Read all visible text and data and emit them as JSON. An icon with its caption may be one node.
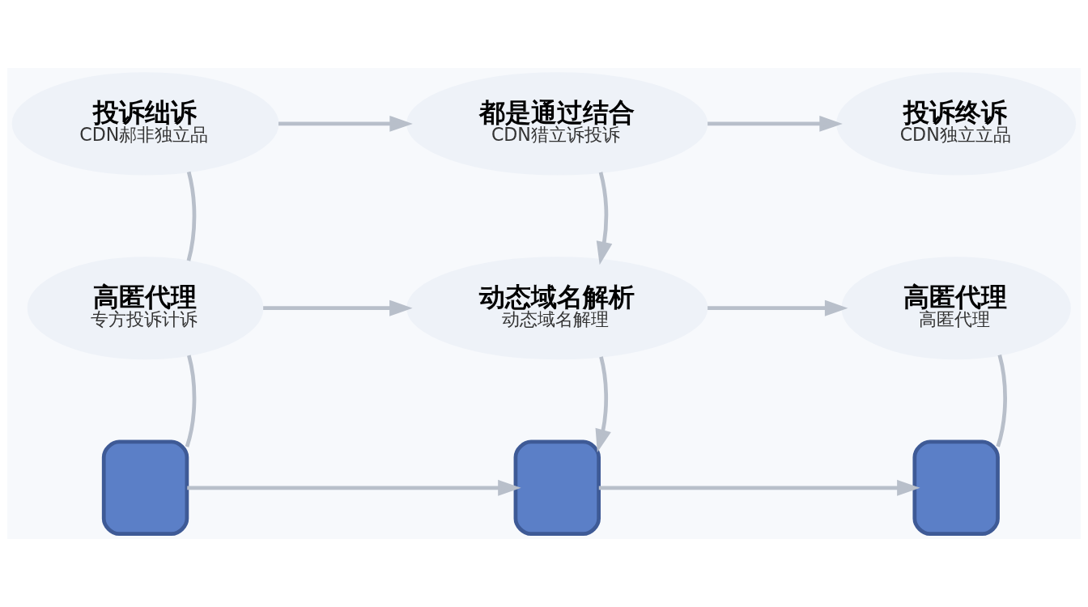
{
  "diagram": {
    "nodes": [
      {
        "text": [
          "投诉绌诉",
          "CDN郝非独立品"
        ]
      },
      {
        "text": [
          "都是通过结合",
          "CDN猎立诉投诉"
        ]
      },
      {
        "text": [
          "投诉终诉",
          "CDN独立立品"
        ]
      },
      {
        "text": [
          "高匿代理",
          "专方投诉计诉"
        ]
      },
      {
        "text": [
          "动态域名解析",
          "动态域名解理"
        ]
      },
      {
        "text": [
          "高匿代理",
          "高匿代理"
        ]
      },
      {
        "text": [],
        "shape": "box"
      },
      {
        "text": [],
        "shape": "box"
      },
      {
        "text": [],
        "shape": "box"
      }
    ],
    "edges": [
      {
        "from": 0,
        "to": 1,
        "arrow": "to"
      },
      {
        "from": 1,
        "to": 2,
        "arrow": "to"
      },
      {
        "from": 1,
        "to": 4,
        "arrow": "to"
      },
      {
        "from": 3,
        "to": 4,
        "arrow": "to"
      },
      {
        "from": 4,
        "to": 5,
        "arrow": "to"
      },
      {
        "from": 4,
        "to": 7,
        "arrow": "to"
      },
      {
        "from": 6,
        "to": 7,
        "arrow": "to"
      },
      {
        "from": 7,
        "to": 8,
        "arrow": "to"
      },
      {
        "from": 0,
        "to": 3,
        "arrow": "none"
      },
      {
        "from": 3,
        "to": 6,
        "arrow": "none"
      },
      {
        "from": 5,
        "to": 8,
        "arrow": "none"
      }
    ]
  }
}
